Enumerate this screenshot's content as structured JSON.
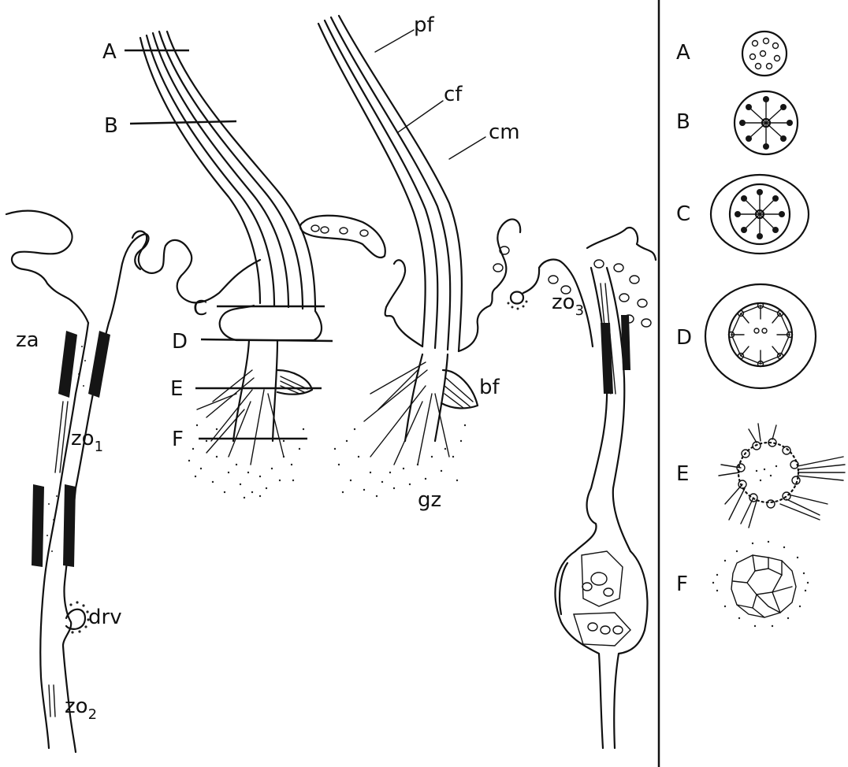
{
  "level_labels": {
    "A": "A",
    "B": "B",
    "C": "C",
    "D": "D",
    "E": "E",
    "F": "F"
  },
  "structure_labels": {
    "pf": "pf",
    "cf": "cf",
    "cm": "cm",
    "bf": "bf",
    "gz": "gz",
    "za": "za",
    "zo1_base": "zo",
    "zo1_sub": "1",
    "zo2_base": "zo",
    "zo2_sub": "2",
    "zo3_base": "zo",
    "zo3_sub": "3",
    "drv": "drv"
  },
  "cross_sections": [
    {
      "label": "A"
    },
    {
      "label": "B"
    },
    {
      "label": "C"
    },
    {
      "label": "D"
    },
    {
      "label": "E"
    },
    {
      "label": "F"
    }
  ]
}
